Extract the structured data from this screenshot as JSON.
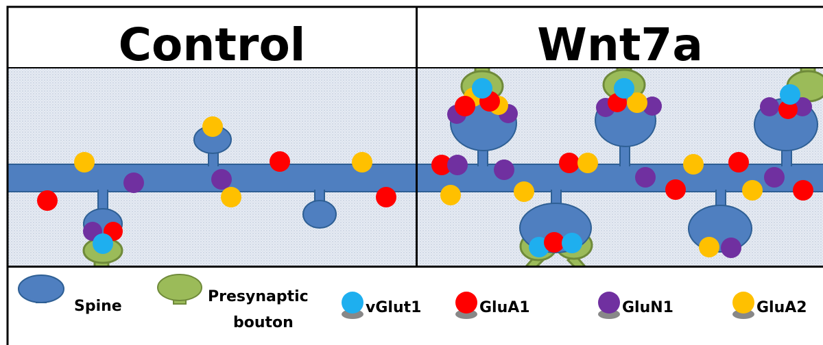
{
  "panels": {
    "control": {
      "title": "Control"
    },
    "wnt7a": {
      "title": "Wnt7a"
    }
  },
  "legend": {
    "spine": "Spine",
    "bouton_line1": "Presynaptic",
    "bouton_line2": "bouton",
    "vglut1": "vGlut1",
    "glua1": "GluA1",
    "glun1": "GluN1",
    "glua2": "GluA2"
  },
  "colors": {
    "spine": "#4F7FC0",
    "spine_outline": "#2E5F94",
    "bouton": "#9BBB59",
    "bouton_outline": "#6F8A3A",
    "vglut1": "#1EAFEF",
    "glua1": "#FF0000",
    "glun1": "#7030A0",
    "glua2": "#FFC000"
  }
}
